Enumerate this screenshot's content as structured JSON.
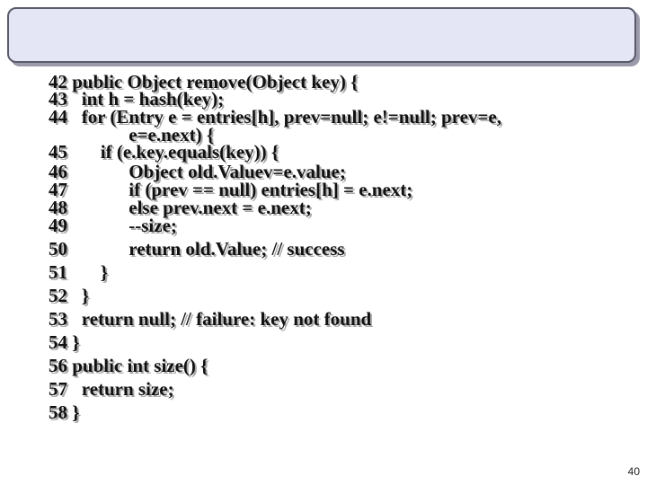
{
  "slide": {
    "title": "",
    "number": "40"
  },
  "code": {
    "lines": [
      "42 public Object remove(Object key) {",
      "43   int h = hash(key);",
      "44   for (Entry e = entries[h], prev=null; e!=null; prev=e,",
      "                 e=e.next) {",
      "45       if (e.key.equals(key)) {",
      "46             Object old.Valuev=e.value;",
      "47             if (prev == null) entries[h] = e.next;",
      "48             else prev.next = e.next;",
      "49             --size;",
      "50             return old.Value; // success",
      "51       }",
      "52   }",
      "53   return null; // failure: key not found",
      "54 }",
      "56 public int size() {",
      "57   return size;",
      "58 }"
    ]
  }
}
